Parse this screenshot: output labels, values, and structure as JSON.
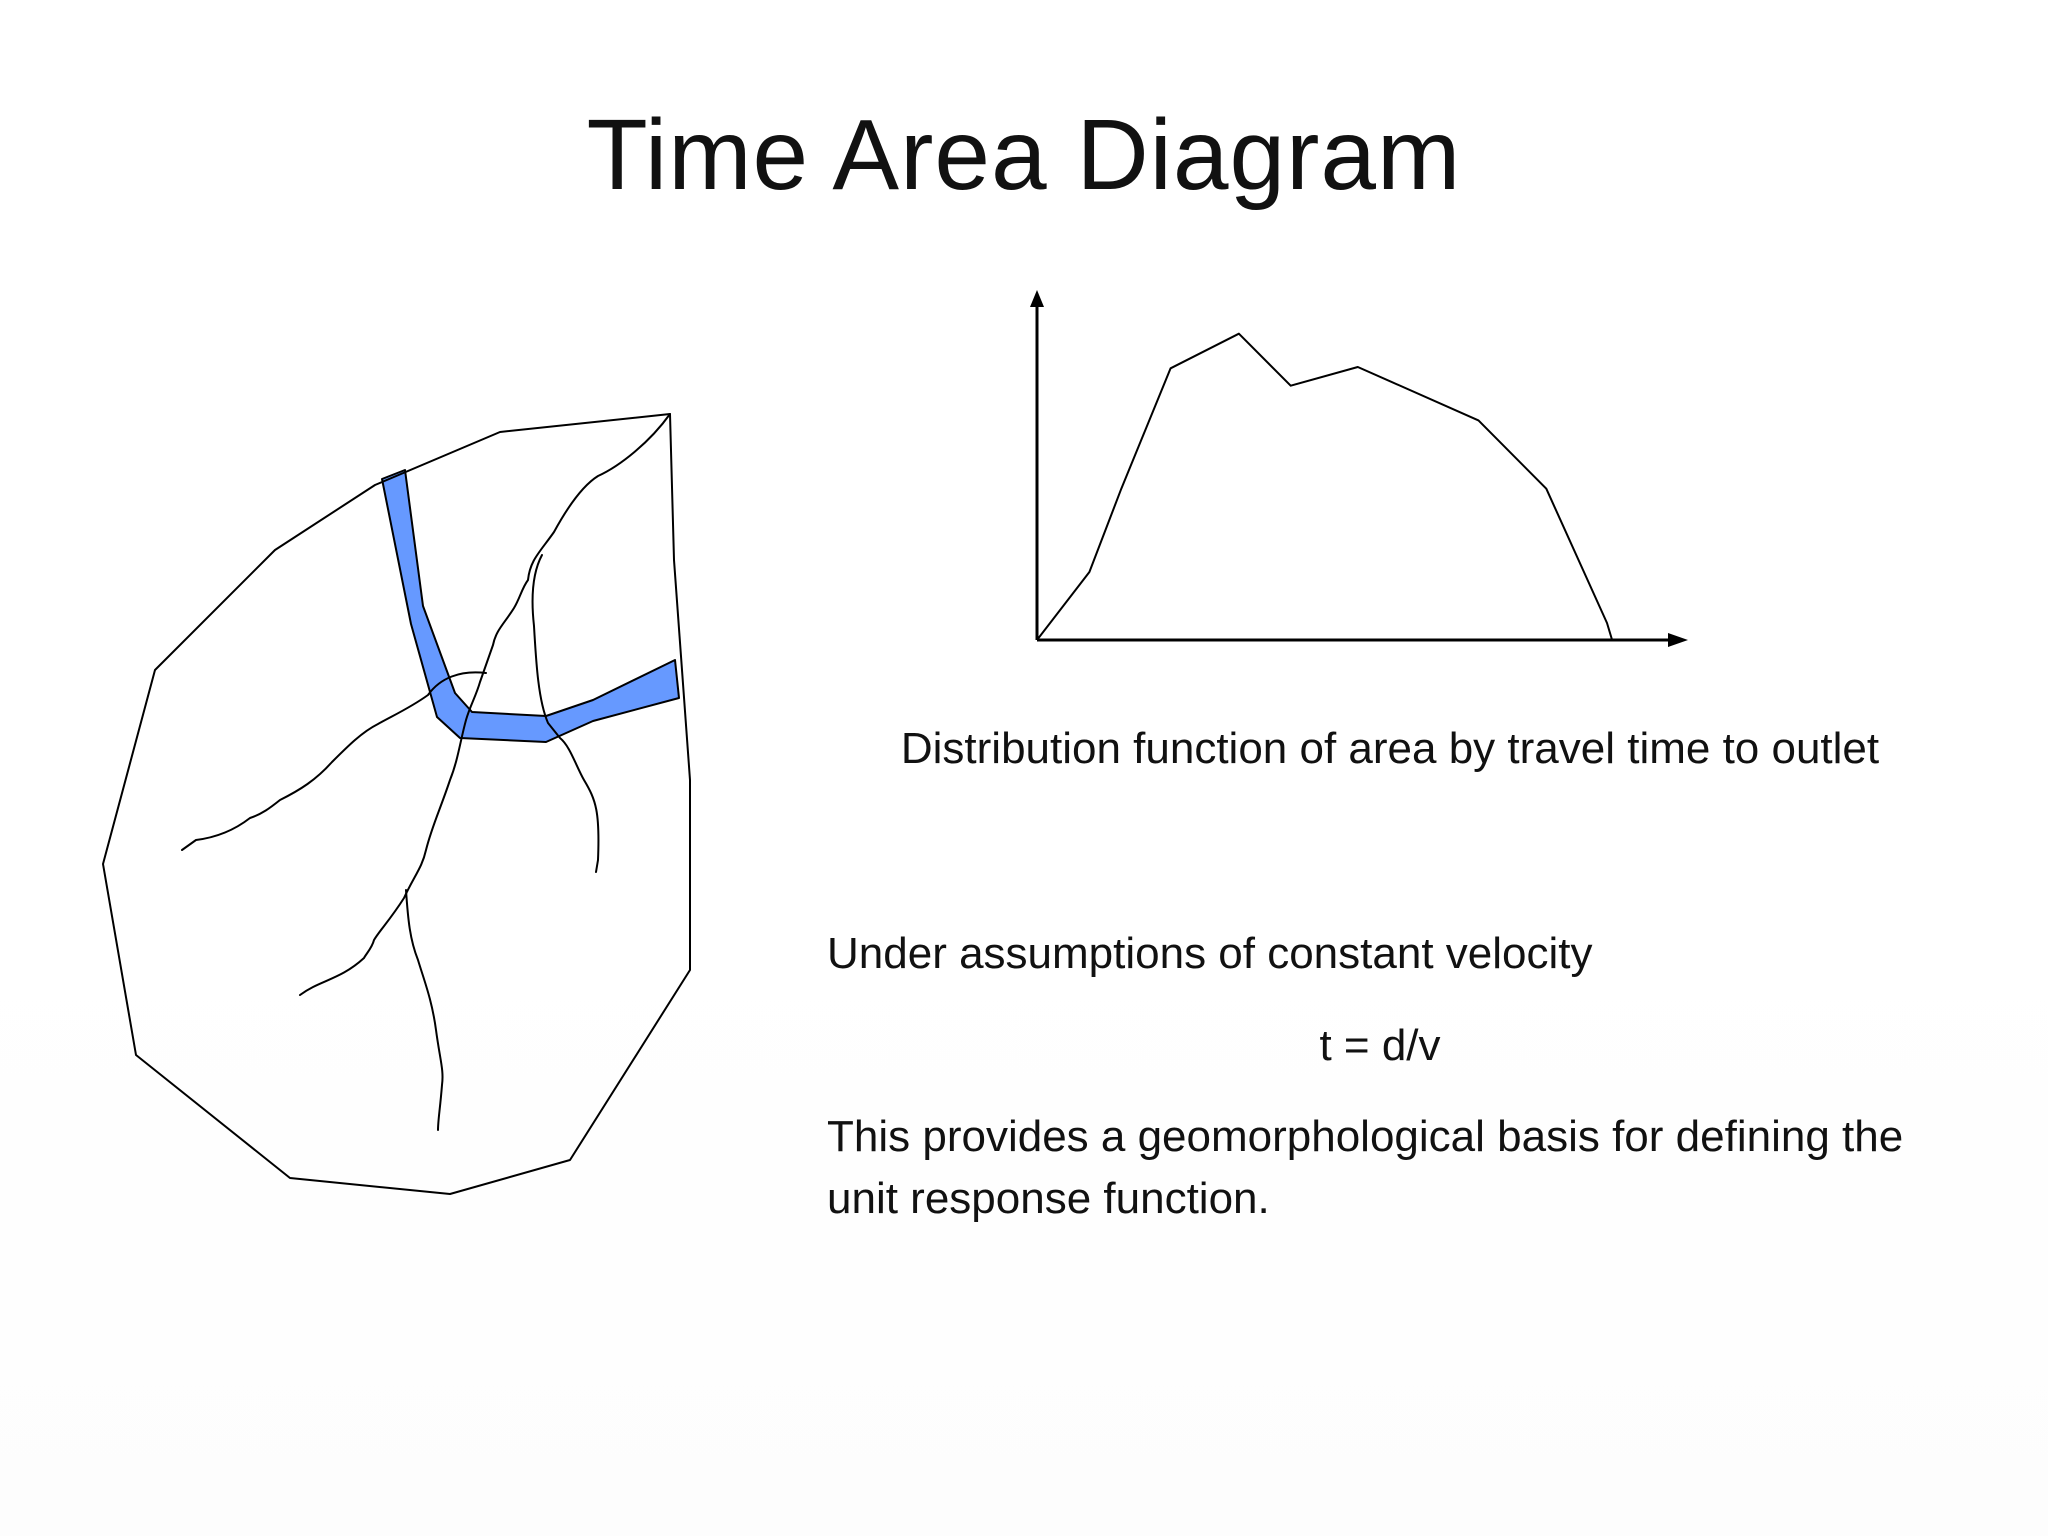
{
  "slide": {
    "title": "Time Area Diagram",
    "caption": "Distribution function of area by travel time to outlet",
    "assumption": "Under assumptions of constant velocity",
    "equation": "t = d/v",
    "basis": "This provides a geomorphological basis for defining the unit response function."
  },
  "colors": {
    "highlight_band": "#6699ff",
    "line": "#000000",
    "background": "#ffffff"
  },
  "chart_data": {
    "type": "line",
    "title": "",
    "xlabel": "",
    "ylabel": "",
    "grid": false,
    "x": [
      0,
      0.082,
      0.132,
      0.209,
      0.316,
      0.397,
      0.502,
      0.691,
      0.797,
      0.892,
      0.9
    ],
    "series": [
      {
        "values": [
          0,
          0.2,
          0.445,
          0.799,
          0.901,
          0.748,
          0.803,
          0.646,
          0.445,
          0.05,
          0
        ]
      }
    ]
  }
}
